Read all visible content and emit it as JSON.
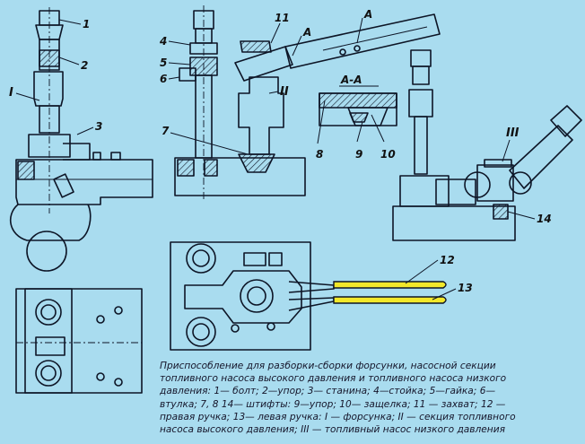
{
  "colors": {
    "background": "#a9dcef",
    "line": "#0d1526",
    "handle_yellow": "#f2e82a"
  },
  "labels": {
    "l1": "1",
    "l2": "2",
    "l3": "3",
    "l4": "4",
    "l5": "5",
    "l6": "6",
    "l7": "7",
    "l8": "8",
    "l9": "9",
    "l10": "10",
    "l11": "11",
    "l12": "12",
    "l13": "13",
    "l14": "14",
    "roman1": "I",
    "roman2": "II",
    "roman3": "III",
    "section_a1": "А",
    "section_a2": "А",
    "section_title": "А-А"
  },
  "caption": {
    "line1": "Приспособление для разборки-сборки форсунки, насосной секции",
    "line2": "топливного насоса высокого давления и топливного насоса низкого",
    "line3": "давления: 1— болт; 2—упор; 3— станина; 4—стойка; 5—гайка; 6—",
    "line4": "втулка; 7, 8 14— штифты: 9—упор; 10— защелка; 11 — захват; 12 —",
    "line5": "правая ручка; 13— левая ручка: I — форсунка; II — секция топливного",
    "line6": "насоса высокого давления; III — топливный насос низкого давления"
  }
}
